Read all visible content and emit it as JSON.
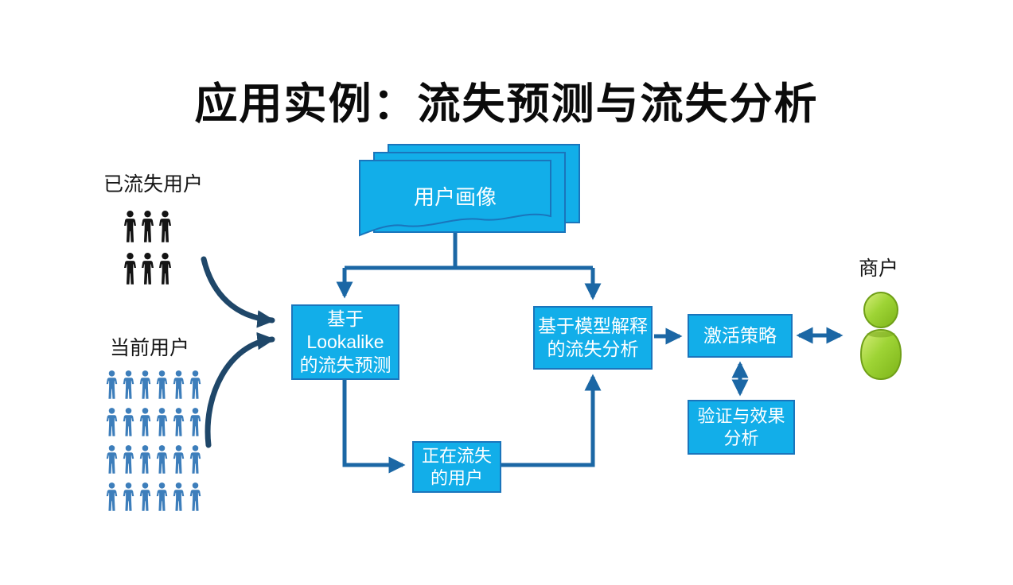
{
  "title": "应用实例：流失预测与流失分析",
  "colors": {
    "node_fill": "#12aee9",
    "node_border": "#1a75bc",
    "connector": "#1b67a5",
    "flow_arrow": "#1f4769",
    "churned_icon": "#141414",
    "current_icon": "#3d7ebb",
    "merchant_icon": "#9ed435"
  },
  "user_profile": {
    "label": "用户画像"
  },
  "churned_users": {
    "label": "已流失用户",
    "rows": 2,
    "cols": 3
  },
  "current_users": {
    "label": "当前用户",
    "rows": 4,
    "cols": 6
  },
  "lookalike": {
    "line1": "基于",
    "line2": "Lookalike",
    "line3": "的流失预测"
  },
  "model_analysis": {
    "line1": "基于模型解释",
    "line2": "的流失分析"
  },
  "activation": {
    "label": "激活策略"
  },
  "validation": {
    "line1": "验证与效果",
    "line2": "分析"
  },
  "churning_users": {
    "line1": "正在流失",
    "line2": "的用户"
  },
  "merchant": {
    "label": "商户"
  }
}
